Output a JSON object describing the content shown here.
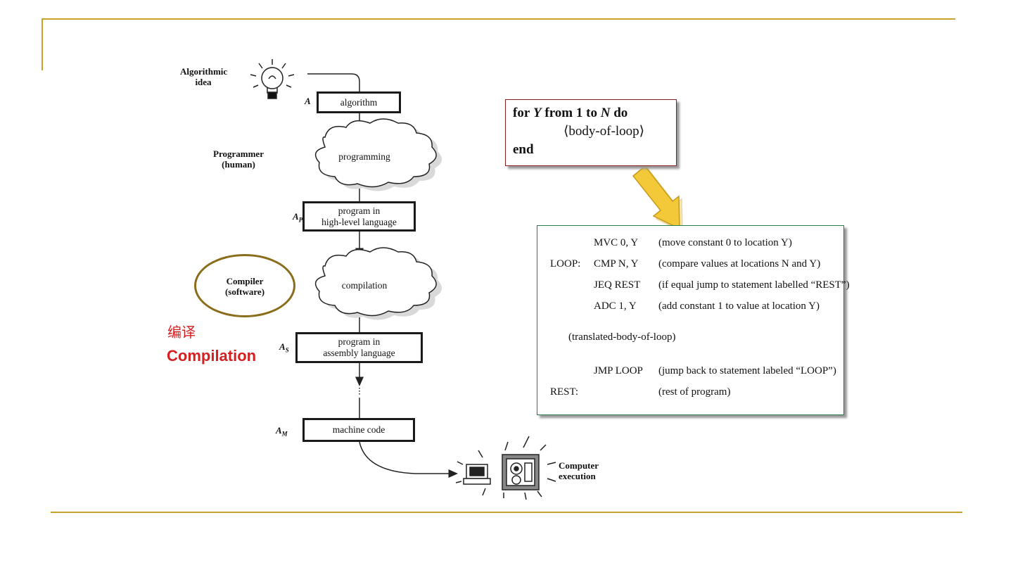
{
  "flow": {
    "algorithmic_idea": "Algorithmic idea",
    "programmer": "Programmer (human)",
    "compiler": "Compiler (software)",
    "computer_execution": "Computer execution",
    "box_algorithm": "algorithm",
    "cloud_programming": "programming",
    "box_program_hl_1": "program in",
    "box_program_hl_2": "high-level language",
    "cloud_compilation": "compilation",
    "box_program_asm_1": "program in",
    "box_program_asm_2": "assembly language",
    "box_machine": "machine code",
    "label_a": "A",
    "label_ap_main": "A",
    "label_ap_sub": "P",
    "label_as_main": "A",
    "label_as_sub": "S",
    "label_am_main": "A",
    "label_am_sub": "M"
  },
  "annotation": {
    "chinese": "编译",
    "english": "Compilation"
  },
  "code_high_level": {
    "line1_for": "for",
    "line1_y": "Y",
    "line1_from": "from 1 to",
    "line1_n": "N",
    "line1_do": "do",
    "line2": "⟨body-of-loop⟩",
    "line3": "end"
  },
  "code_assembly": {
    "rows": [
      {
        "label": "",
        "instr": "MVC 0, Y",
        "comment": "(move constant 0 to location Y)"
      },
      {
        "label": "LOOP:",
        "instr": "CMP N, Y",
        "comment": "(compare values at locations N and Y)"
      },
      {
        "label": "",
        "instr": "JEQ  REST",
        "comment": "(if equal jump to statement labelled “REST”)"
      },
      {
        "label": "",
        "instr": "ADC  1, Y",
        "comment": "(add constant 1 to value at location Y)"
      },
      {
        "label": "",
        "instr": "",
        "comment": ""
      },
      {
        "label": "",
        "instr": "JMP  LOOP",
        "comment": "(jump back to statement labeled “LOOP”)"
      },
      {
        "label": "REST:",
        "instr": "",
        "comment": "(rest of program)"
      }
    ],
    "translated_body": "(translated-body-of-loop)"
  },
  "colors": {
    "frame": "#c9a227",
    "annotation_red": "#d42020",
    "arrow_fill": "#f3c93a",
    "oval_border": "#8a6d1a"
  }
}
